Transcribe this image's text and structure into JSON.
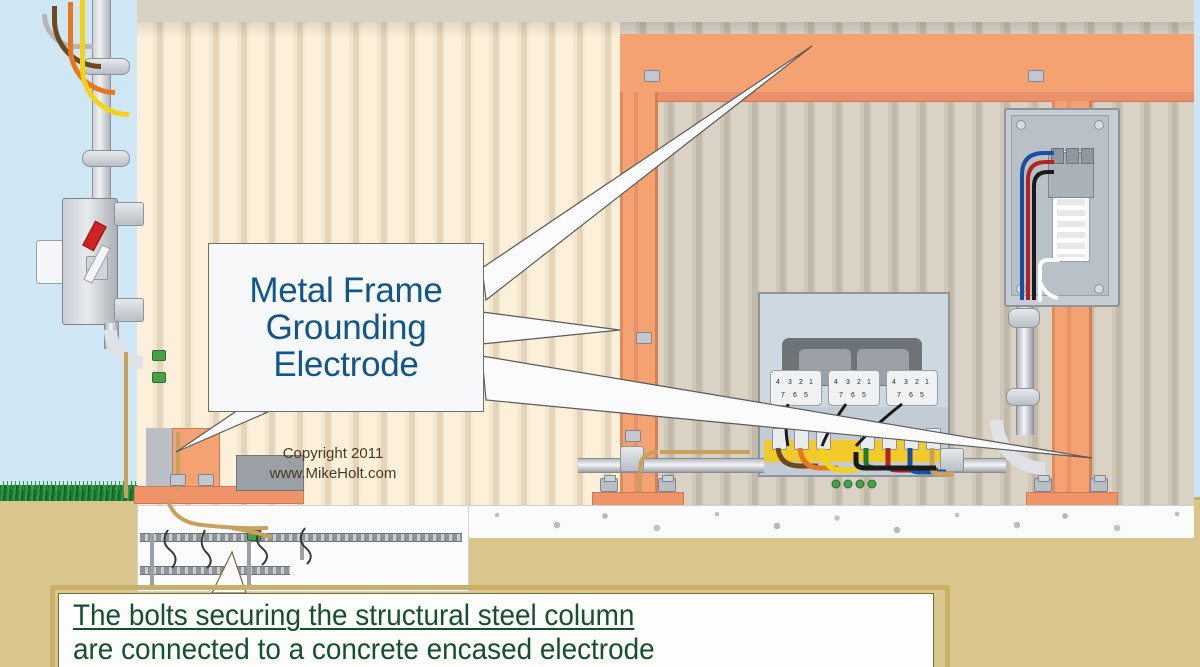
{
  "diagram": {
    "title": "Metal Frame Grounding Electrode",
    "subject": "electrical-grounding-building-section",
    "callout": {
      "lines": [
        "Metal Frame",
        "Grounding",
        "Electrode"
      ],
      "text_color": "#11558c",
      "box_fill": "#f7f8fa",
      "pointer_count": 4,
      "pointer_targets": [
        "steel-beam",
        "steel-column-upper",
        "steel-column-right",
        "column-base-plate"
      ]
    },
    "caption": {
      "line1": "The bolts securing the structural steel column",
      "line2": "are connected to a concrete encased electrode",
      "text_color": "#14502e",
      "frame_color": "#c9b069"
    },
    "credit": {
      "line1": "Copyright 2011",
      "line2": "www.MikeHolt.com",
      "text_color": "#4a3a22"
    },
    "colors": {
      "sky": "#cfe6f4",
      "soil": "#d9c68d",
      "grass": "#2f9a44",
      "wall_exterior": "#fdf0da",
      "wall_interior": "#d9d2c5",
      "steel_frame": "#f4a271",
      "concrete": "#fbfbfb",
      "border": "#0f3d22",
      "grounding_conductor": "#c9a15e"
    },
    "components": [
      {
        "name": "service-mast",
        "label": "Service mast with weatherhead"
      },
      {
        "name": "service-drop-conductors",
        "label": "Service drop conductors",
        "colors": [
          "#b5b5b5",
          "#6b4a22",
          "#e8771c",
          "#f2d318"
        ]
      },
      {
        "name": "service-disconnect",
        "label": "Service disconnect with red operating handle",
        "handle_color": "#cf2222"
      },
      {
        "name": "steel-beam",
        "label": "Structural steel beam"
      },
      {
        "name": "steel-column",
        "label": "Structural steel column"
      },
      {
        "name": "column-base-plate",
        "label": "Base plate with anchor bolts"
      },
      {
        "name": "concrete-encased-electrode",
        "label": "Concrete encased electrode (rebar in footing)"
      },
      {
        "name": "grounding-electrode-conductor",
        "label": "Grounding electrode conductor"
      },
      {
        "name": "transformer",
        "label": "Dry-type transformer with terminal blocks"
      },
      {
        "name": "panelboard",
        "label": "Panelboard with main breaker and branch circuits"
      },
      {
        "name": "conduit",
        "label": "Rigid conduit raceway"
      }
    ],
    "transformer": {
      "terminal_numbers_top": [
        "4",
        "3",
        "2",
        "1"
      ],
      "terminal_numbers_bottom": [
        "7",
        "6",
        "5"
      ],
      "primary_wire_colors": [
        "#6b4a22",
        "#e8771c",
        "#f2d318"
      ],
      "secondary_wire_colors": [
        "#1a1a1a",
        "#b22222",
        "#1a4fa0",
        "#1f7a33",
        "#ffffff"
      ],
      "gutter_color": "#f2ca2b"
    },
    "panel": {
      "conductor_colors": [
        "#1a1a1a",
        "#b22222",
        "#1a4fa0",
        "#ffffff"
      ],
      "breaker_slots": 12
    }
  }
}
